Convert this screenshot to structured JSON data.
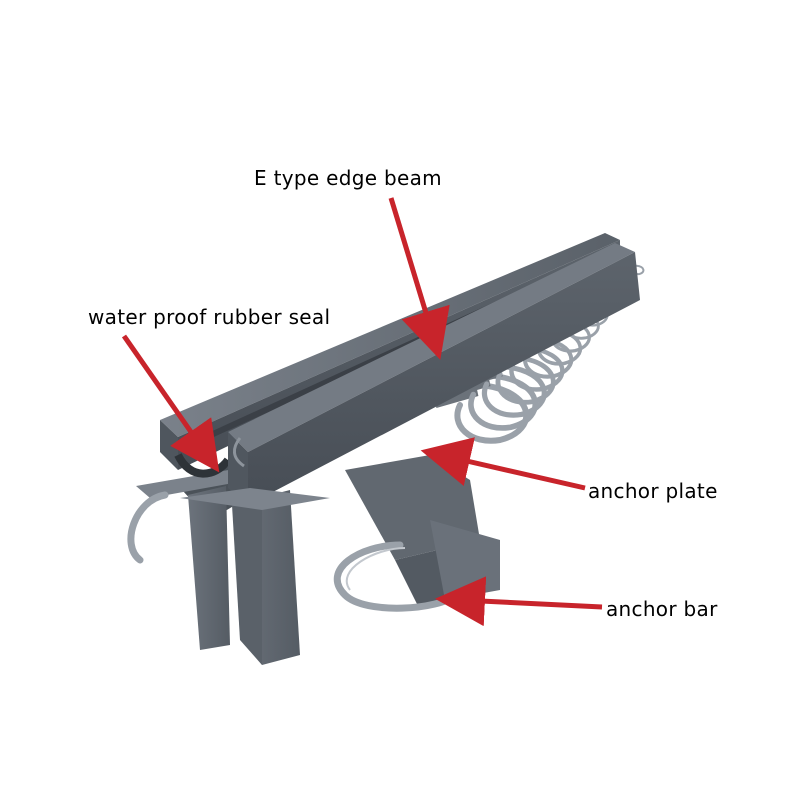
{
  "labels": {
    "edge_beam": "E type edge beam",
    "rubber_seal": "water proof rubber seal",
    "anchor_plate": "anchor plate",
    "anchor_bar": "anchor bar"
  },
  "colors": {
    "arrow": "#c8242b",
    "steel": "#5f6670",
    "steel_dark": "#3e444c",
    "steel_light": "#8a919a",
    "rebar": "#9aa1a9"
  }
}
